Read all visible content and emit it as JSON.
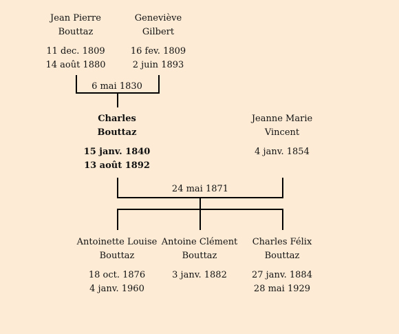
{
  "people": {
    "jean_pierre": {
      "given": "Jean Pierre",
      "surname": "Bouttaz",
      "birth": "11 dec. 1809",
      "death": "14 août 1880"
    },
    "genevieve": {
      "given": "Geneviève",
      "surname": "Gilbert",
      "birth": "16 fev. 1809",
      "death": "2 juin 1893"
    },
    "charles": {
      "given": "Charles",
      "surname": "Bouttaz",
      "birth": "15 janv. 1840",
      "death": "13 août 1892"
    },
    "jeanne_marie": {
      "given": "Jeanne Marie",
      "surname": "Vincent",
      "birth": "4 janv. 1854",
      "death": ""
    },
    "antoinette": {
      "given": "Antoinette Louise",
      "surname": "Bouttaz",
      "birth": "18 oct. 1876",
      "death": "4 janv. 1960"
    },
    "antoine": {
      "given": "Antoine Clément",
      "surname": "Bouttaz",
      "birth": "3 janv. 1882",
      "death": ""
    },
    "charles_felix": {
      "given": "Charles Félix",
      "surname": "Bouttaz",
      "birth": "27 janv. 1884",
      "death": "28 mai 1929"
    }
  },
  "marriages": {
    "parents": "6 mai 1830",
    "charles_jeanne": "24 mai 1871"
  }
}
